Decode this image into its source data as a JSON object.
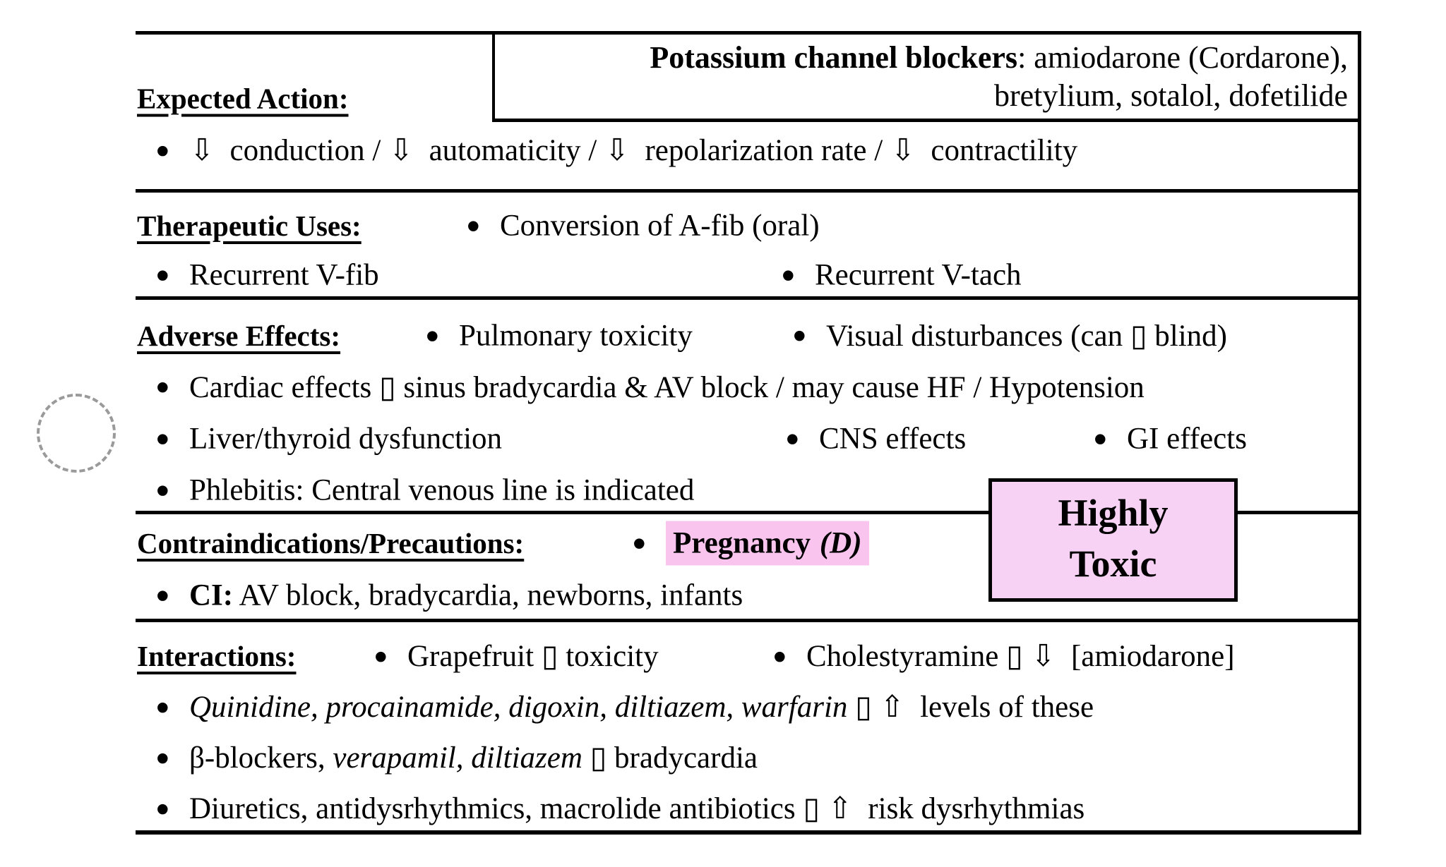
{
  "colors": {
    "highlight": "#f9c4ee",
    "toxic_fill": "#f8d2f4",
    "circle": "#9a9a9a",
    "ink": "#000000"
  },
  "drug_class_box": {
    "line1": [
      {
        "t": "Potassium channel blockers",
        "s": "b"
      },
      {
        "t": ": amiodarone (Cordarone),",
        "s": "n"
      }
    ],
    "line2": [
      {
        "t": "bretylium, sotalol, dofetilide",
        "s": "n"
      }
    ]
  },
  "sections": {
    "expected_action": {
      "heading": [
        {
          "t": "Expected Action:",
          "s": "hd"
        }
      ],
      "bullet": [
        {
          "t": "⇩  conduction / ⇩  automaticity / ⇩  repolarization rate / ⇩  contractility",
          "s": "n"
        }
      ]
    },
    "therapeutic": {
      "heading": [
        {
          "t": "Therapeutic Uses:",
          "s": "hd"
        }
      ],
      "conversion": [
        {
          "t": "Conversion of A-fib (oral)",
          "s": "n"
        }
      ],
      "vfib": [
        {
          "t": "Recurrent V-fib",
          "s": "n"
        }
      ],
      "vtach": [
        {
          "t": "Recurrent V-tach",
          "s": "n"
        }
      ]
    },
    "adverse": {
      "heading": [
        {
          "t": "Adverse Effects:",
          "s": "hd"
        }
      ],
      "pulmonary": [
        {
          "t": "Pulmonary toxicity",
          "s": "n"
        }
      ],
      "visual": [
        {
          "t": "Visual disturbances (can ▯ blind)",
          "s": "n"
        }
      ],
      "cardiac": [
        {
          "t": "Cardiac effects ▯ sinus bradycardia & AV block / may cause HF / Hypotension",
          "s": "n"
        }
      ],
      "liver": [
        {
          "t": "Liver/thyroid dysfunction",
          "s": "n"
        }
      ],
      "cns": [
        {
          "t": "CNS effects",
          "s": "n"
        }
      ],
      "gi": [
        {
          "t": "GI effects",
          "s": "n"
        }
      ],
      "phlebitis": [
        {
          "t": "Phlebitis: Central venous line is indicated",
          "s": "n"
        }
      ]
    },
    "contraindications": {
      "heading": [
        {
          "t": "Contraindications/Precautions:",
          "s": "hd"
        }
      ],
      "pregnancy": [
        {
          "t": "Pregnancy ",
          "s": "hlb"
        },
        {
          "t": "(D)",
          "s": "hlbi"
        }
      ],
      "ci": [
        {
          "t": "CI:",
          "s": "b"
        },
        {
          "t": " AV block, bradycardia, newborns, infants",
          "s": "n"
        }
      ]
    },
    "interactions": {
      "heading": [
        {
          "t": "Interactions:",
          "s": "hd"
        }
      ],
      "grapefruit": [
        {
          "t": "Grapefruit ▯ toxicity",
          "s": "n"
        }
      ],
      "cholestyramine": [
        {
          "t": "Cholestyramine ▯ ⇩  [amiodarone]",
          "s": "n"
        }
      ],
      "quinidine": [
        {
          "t": "Quinidine, procainamide, digoxin, diltiazem, warfarin",
          "s": "i"
        },
        {
          "t": " ▯ ⇧  levels of these",
          "s": "n"
        }
      ],
      "beta_blockers": [
        {
          "t": "β-blockers, ",
          "s": "n"
        },
        {
          "t": "verapamil, diltiazem",
          "s": "i"
        },
        {
          "t": " ▯ bradycardia",
          "s": "n"
        }
      ],
      "diuretics": [
        {
          "t": "Diuretics, antidysrhythmics, macrolide antibiotics ▯ ⇧  risk dysrhythmias",
          "s": "n"
        }
      ]
    }
  },
  "toxic_box": {
    "line1": "Highly",
    "line2": "Toxic"
  }
}
